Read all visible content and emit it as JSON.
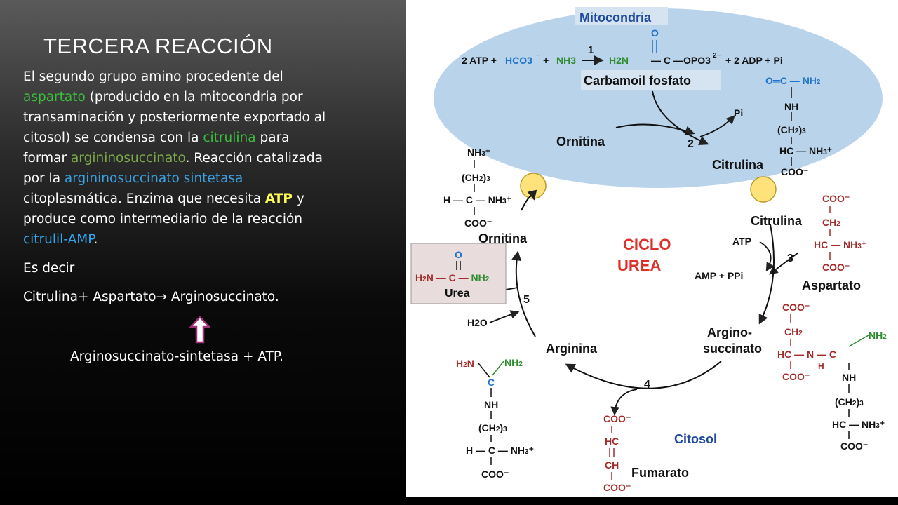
{
  "slide": {
    "title": "TERCERA REACCIÓN",
    "paragraph": {
      "p1": "El segundo grupo amino procedente del ",
      "aspartato": "aspartato",
      "p2": " (producido en la mitocondria por transaminación y posteriormente exportado al citosol) se condensa con la ",
      "citrulina": "citrulina",
      "p3": " para formar ",
      "argininosuccinato": "argininosuccinato",
      "p4": ". Reacción catalizada por la ",
      "sintetasa": "argininosuccinato sintetasa",
      "p5": " citoplasmática. Enzima que necesita ",
      "atp": "ATP",
      "p6": " y produce como intermediario de la reacción ",
      "citrulil": "citrulil-AMP",
      "p7": "."
    },
    "es_decir": "Es decir",
    "equation_left": "Citrulina+ Aspartato",
    "equation_right": " Arginosuccinato.",
    "enzyme_line": "Arginosuccinato-sintetasa + ATP."
  },
  "diagram": {
    "mitocondria": "Mitocondria",
    "citosol": "Citosol",
    "ciclo": "CICLO",
    "urea_title": "UREA",
    "carbamoil": "Carbamoil  fosfato",
    "ornitina": "Ornitina",
    "citrulina": "Citrulina",
    "aspartato": "Aspartato",
    "arginosuccinato_1": "Argino-",
    "arginosuccinato_2": "succinato",
    "arginina": "Arginina",
    "fumarato": "Fumarato",
    "urea": "Urea",
    "atp": "ATP",
    "amp_ppi": "AMP + PPi",
    "h2o": "H2O",
    "pi": "Pi",
    "step1": "1",
    "step2": "2",
    "step3": "3",
    "step4": "4",
    "step5": "5",
    "eq_2atp": "2 ATP + ",
    "eq_hco3": "HCO3",
    "eq_plus1": " + ",
    "eq_nh3": "NH3",
    "eq_h2n": "H2N",
    "eq_opo3": "OPO3",
    "eq_right": "+ 2 ADP + Pi",
    "colors": {
      "mito": "#b9d3ea",
      "green": "#2e8b2e",
      "blue": "#1e72c8",
      "red": "#a52a2a",
      "title_red": "#e0302a",
      "urea_box": "#e8dcdc"
    }
  }
}
